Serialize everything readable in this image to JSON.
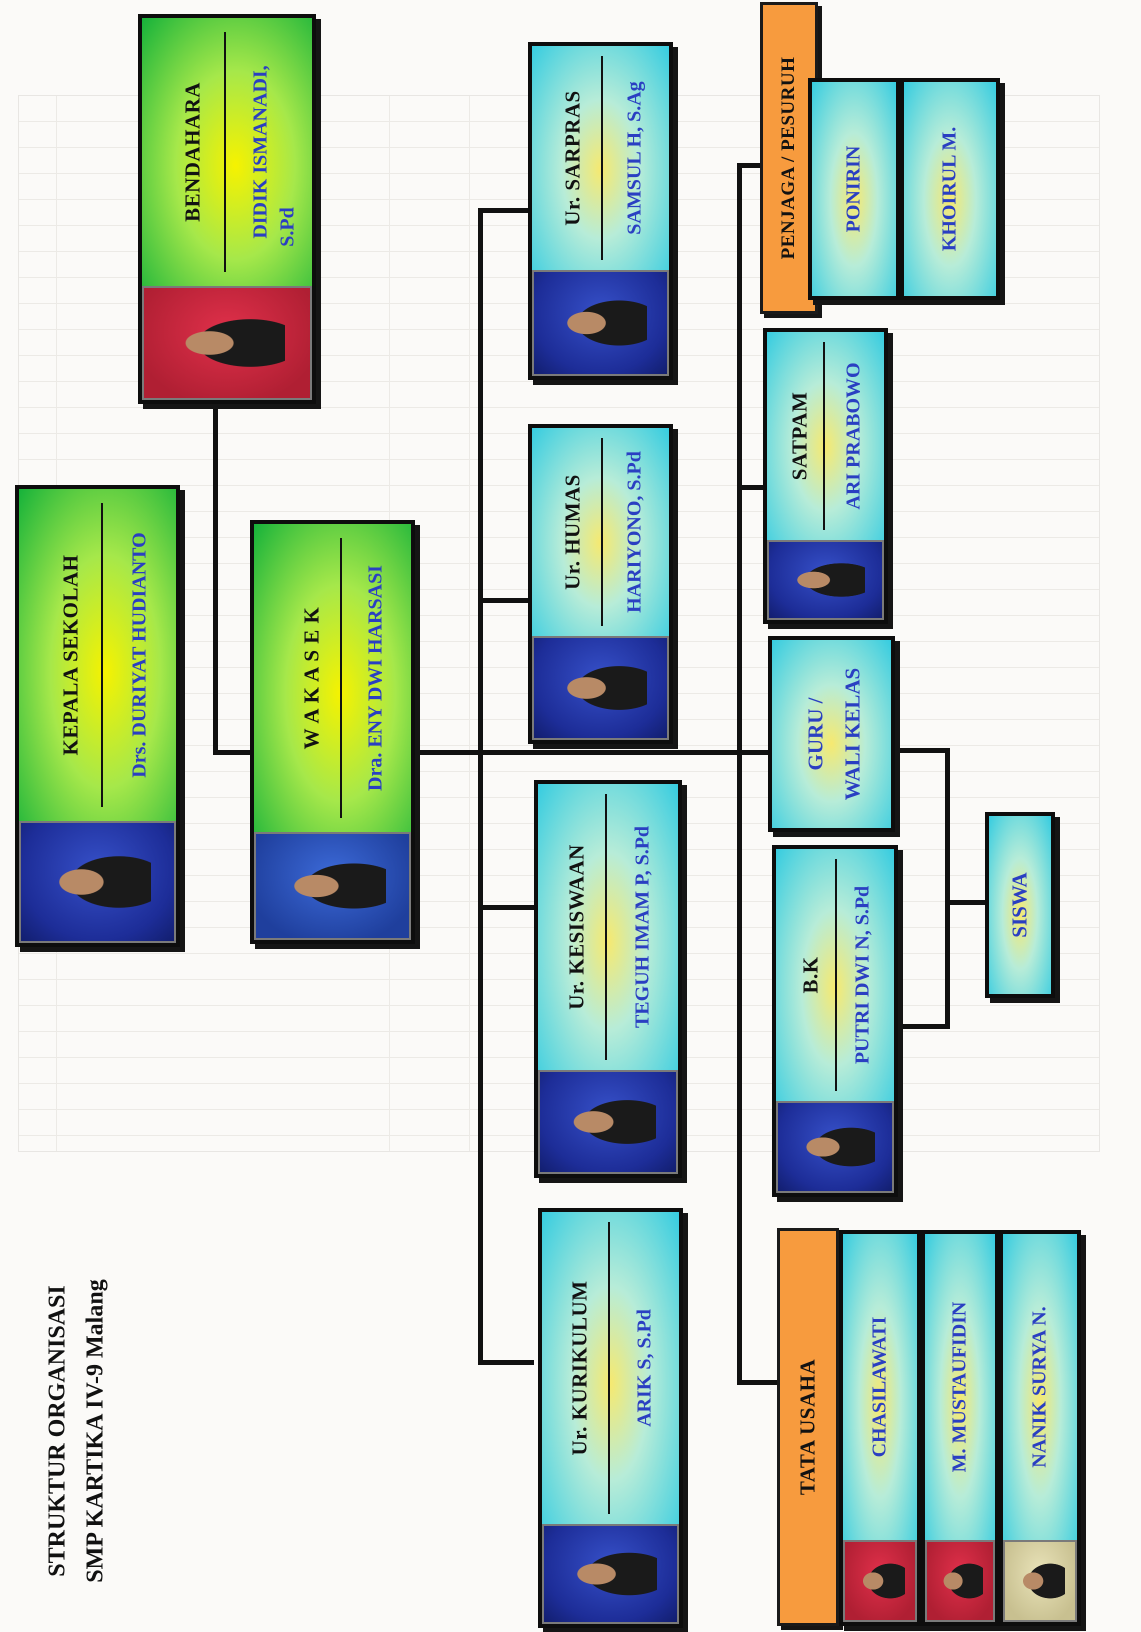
{
  "title": {
    "line1": "STRUKTUR ORGANISASI",
    "line2": "SMP KARTIKA IV-9 Malang"
  },
  "boxes": {
    "kepala": {
      "role": "KEPALA SEKOLAH",
      "name": "Drs. DURIYAT HUDIANTO"
    },
    "wakasek": {
      "role": "W A K A S E K",
      "name": "Dra. ENY DWI HARSASI"
    },
    "bendahara": {
      "role": "BENDAHARA",
      "name_line1": "DIDIK ISMANADI,",
      "name_line2": "S.Pd"
    },
    "kurikulum": {
      "role": "Ur. KURIKULUM",
      "name": "ARIK S, S.Pd"
    },
    "kesiswaan": {
      "role": "Ur. KESISWAAN",
      "name": "TEGUH IMAM P, S.Pd"
    },
    "humas": {
      "role": "Ur. HUMAS",
      "name": "HARIYONO, S.Pd"
    },
    "sarpras": {
      "role": "Ur. SARPRAS",
      "name": "SAMSUL H, S.Ag"
    },
    "bk": {
      "role": "B.K",
      "name": "PUTRI DWI N, S.Pd"
    },
    "guru": {
      "line1": "GURU /",
      "line2": "WALI  KELAS"
    },
    "satpam": {
      "role": "SATPAM",
      "name": "ARI PRABOWO"
    },
    "siswa": {
      "label": "SISWA"
    },
    "penjaga": {
      "role": "PENJAGA / PESURUH",
      "members": [
        "PONIRIN",
        "KHOIRUL M."
      ]
    },
    "tata_usaha": {
      "role": "TATA USAHA",
      "members": [
        "CHASILAWATI",
        "M. MUSTAUFIDIN",
        "NANIK SURYA N."
      ]
    }
  }
}
